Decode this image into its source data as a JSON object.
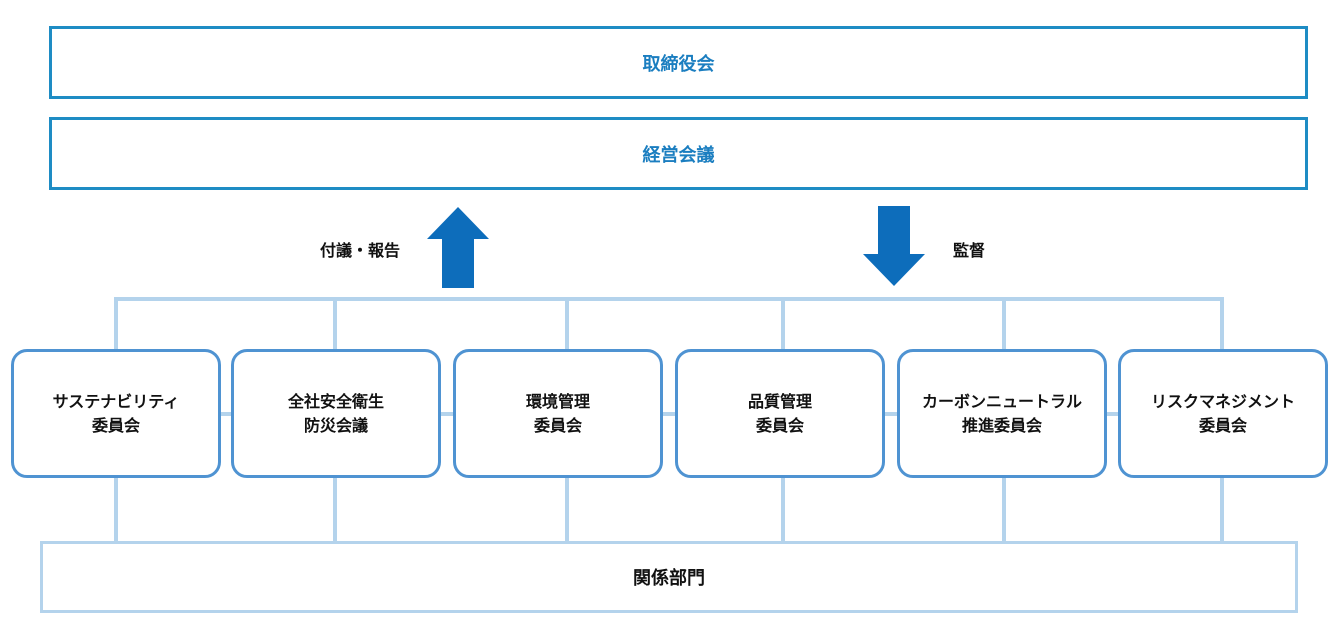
{
  "board": {
    "label": "取締役会"
  },
  "management": {
    "label": "経営会議"
  },
  "arrows": {
    "up_label": "付議・報告",
    "down_label": "監督"
  },
  "committees": [
    {
      "line1": "サステナビリティ",
      "line2": "委員会"
    },
    {
      "line1": "全社安全衛生",
      "line2": "防災会議"
    },
    {
      "line1": "環境管理",
      "line2": "委員会"
    },
    {
      "line1": "品質管理",
      "line2": "委員会"
    },
    {
      "line1": "カーボンニュートラル",
      "line2": "推進委員会"
    },
    {
      "line1": "リスクマネジメント",
      "line2": "委員会"
    }
  ],
  "related": {
    "label": "関係部門"
  },
  "colors": {
    "top_border": "#1e8cc4",
    "top_text": "#1b7ec0",
    "arrow": "#0d6dbb",
    "committee_border": "#4f93d2",
    "connector": "#b4d3ec"
  }
}
